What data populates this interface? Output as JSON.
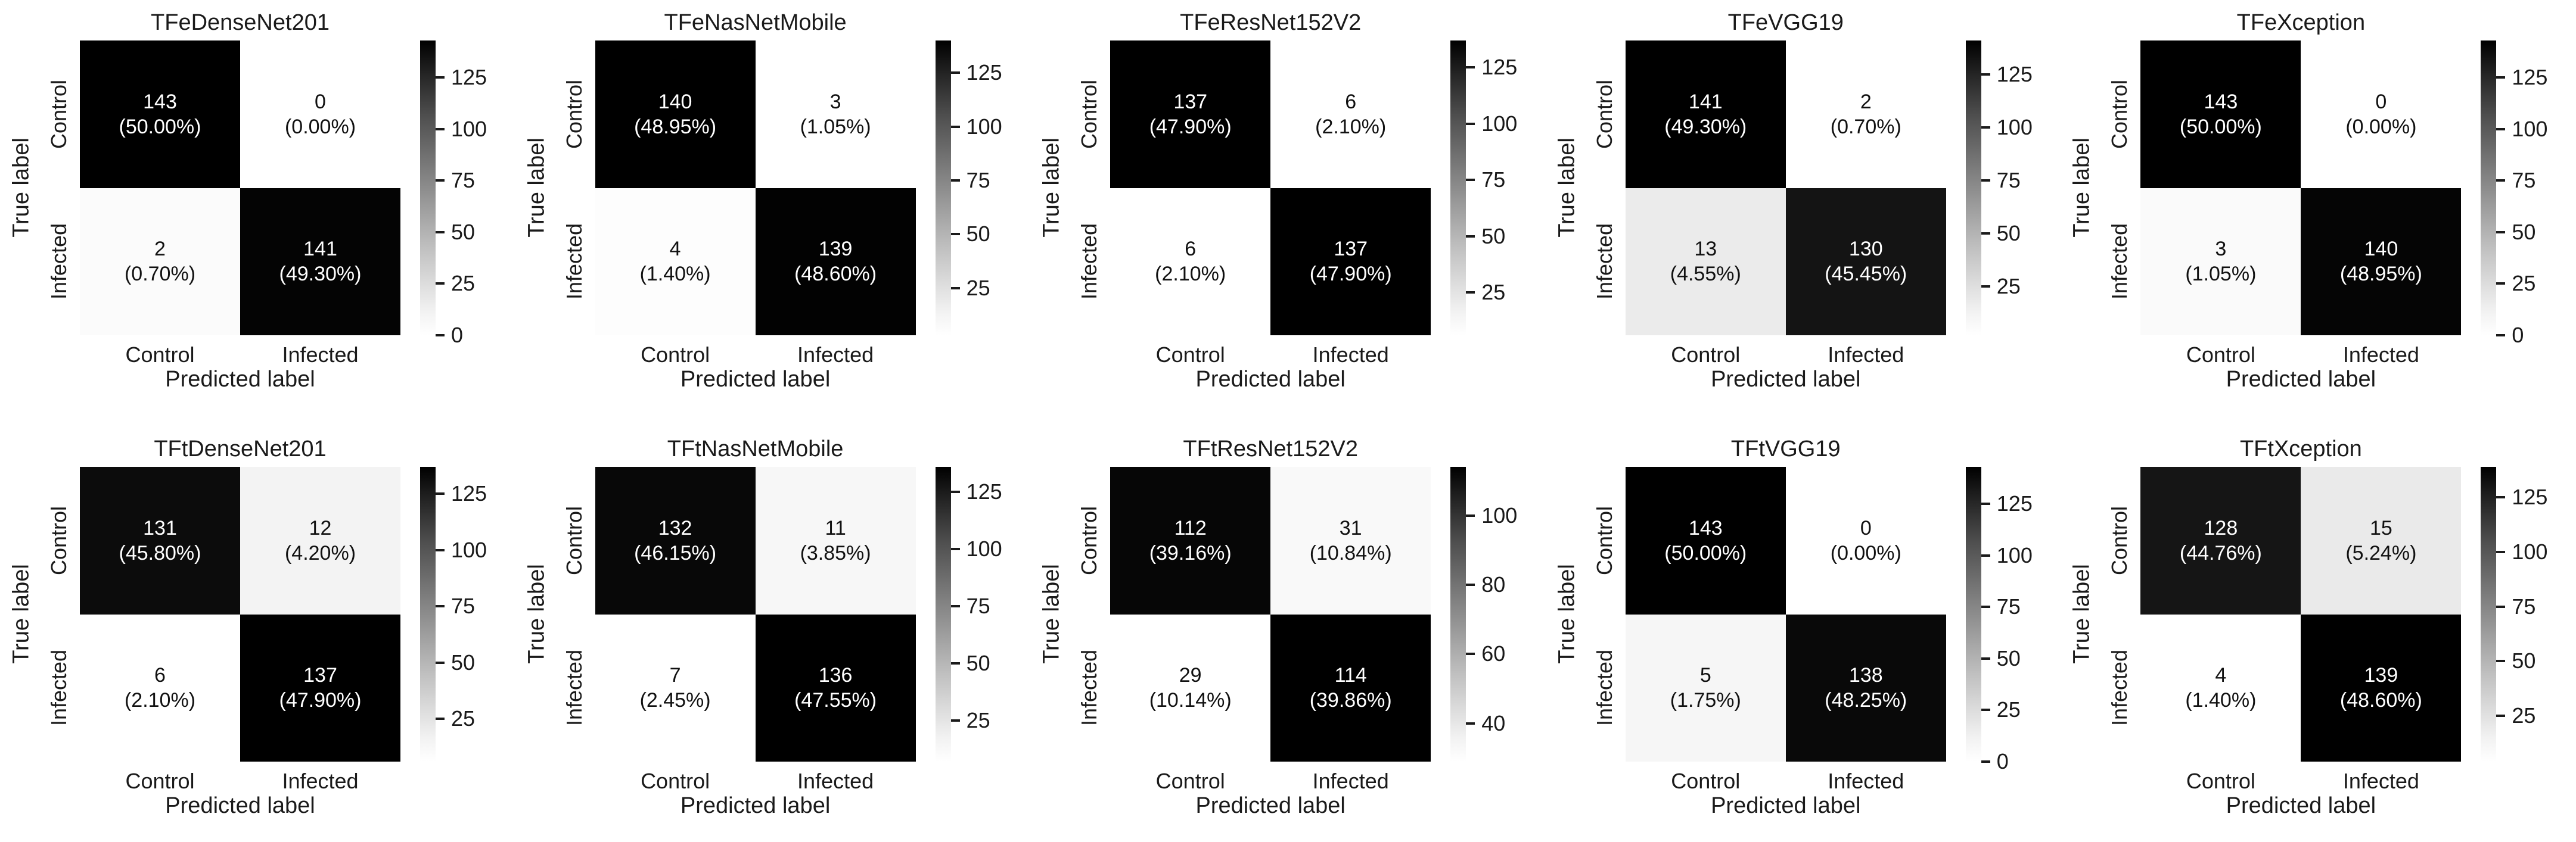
{
  "figure": {
    "background": "#ffffff",
    "text_color": "#1a1a1a",
    "rows": 2,
    "cols": 5,
    "colormap": "grayscale (white=low, black=high)"
  },
  "chart_data": [
    {
      "type": "heatmap",
      "title": "TFeDenseNet201",
      "xlabel": "Predicted label",
      "ylabel": "True label",
      "x_categories": [
        "Control",
        "Infected"
      ],
      "y_categories": [
        "Control",
        "Infected"
      ],
      "cells": [
        [
          {
            "count": 143,
            "pct": "(50.00%)"
          },
          {
            "count": 0,
            "pct": "(0.00%)"
          }
        ],
        [
          {
            "count": 2,
            "pct": "(0.70%)"
          },
          {
            "count": 141,
            "pct": "(49.30%)"
          }
        ]
      ],
      "vmin": 0,
      "vmax": 143,
      "cbar_ticks": [
        0,
        25,
        50,
        75,
        100,
        125
      ]
    },
    {
      "type": "heatmap",
      "title": "TFeNasNetMobile",
      "xlabel": "Predicted label",
      "ylabel": "True label",
      "x_categories": [
        "Control",
        "Infected"
      ],
      "y_categories": [
        "Control",
        "Infected"
      ],
      "cells": [
        [
          {
            "count": 140,
            "pct": "(48.95%)"
          },
          {
            "count": 3,
            "pct": "(1.05%)"
          }
        ],
        [
          {
            "count": 4,
            "pct": "(1.40%)"
          },
          {
            "count": 139,
            "pct": "(48.60%)"
          }
        ]
      ],
      "vmin": 3,
      "vmax": 140,
      "cbar_ticks": [
        25,
        50,
        75,
        100,
        125
      ]
    },
    {
      "type": "heatmap",
      "title": "TFeResNet152V2",
      "xlabel": "Predicted label",
      "ylabel": "True label",
      "x_categories": [
        "Control",
        "Infected"
      ],
      "y_categories": [
        "Control",
        "Infected"
      ],
      "cells": [
        [
          {
            "count": 137,
            "pct": "(47.90%)"
          },
          {
            "count": 6,
            "pct": "(2.10%)"
          }
        ],
        [
          {
            "count": 6,
            "pct": "(2.10%)"
          },
          {
            "count": 137,
            "pct": "(47.90%)"
          }
        ]
      ],
      "vmin": 6,
      "vmax": 137,
      "cbar_ticks": [
        25,
        50,
        75,
        100,
        125
      ]
    },
    {
      "type": "heatmap",
      "title": "TFeVGG19",
      "xlabel": "Predicted label",
      "ylabel": "True label",
      "x_categories": [
        "Control",
        "Infected"
      ],
      "y_categories": [
        "Control",
        "Infected"
      ],
      "cells": [
        [
          {
            "count": 141,
            "pct": "(49.30%)"
          },
          {
            "count": 2,
            "pct": "(0.70%)"
          }
        ],
        [
          {
            "count": 13,
            "pct": "(4.55%)"
          },
          {
            "count": 130,
            "pct": "(45.45%)"
          }
        ]
      ],
      "vmin": 2,
      "vmax": 141,
      "cbar_ticks": [
        25,
        50,
        75,
        100,
        125
      ]
    },
    {
      "type": "heatmap",
      "title": "TFeXception",
      "xlabel": "Predicted label",
      "ylabel": "True label",
      "x_categories": [
        "Control",
        "Infected"
      ],
      "y_categories": [
        "Control",
        "Infected"
      ],
      "cells": [
        [
          {
            "count": 143,
            "pct": "(50.00%)"
          },
          {
            "count": 0,
            "pct": "(0.00%)"
          }
        ],
        [
          {
            "count": 3,
            "pct": "(1.05%)"
          },
          {
            "count": 140,
            "pct": "(48.95%)"
          }
        ]
      ],
      "vmin": 0,
      "vmax": 143,
      "cbar_ticks": [
        0,
        25,
        50,
        75,
        100,
        125
      ]
    },
    {
      "type": "heatmap",
      "title": "TFtDenseNet201",
      "xlabel": "Predicted label",
      "ylabel": "True label",
      "x_categories": [
        "Control",
        "Infected"
      ],
      "y_categories": [
        "Control",
        "Infected"
      ],
      "cells": [
        [
          {
            "count": 131,
            "pct": "(45.80%)"
          },
          {
            "count": 12,
            "pct": "(4.20%)"
          }
        ],
        [
          {
            "count": 6,
            "pct": "(2.10%)"
          },
          {
            "count": 137,
            "pct": "(47.90%)"
          }
        ]
      ],
      "vmin": 6,
      "vmax": 137,
      "cbar_ticks": [
        25,
        50,
        75,
        100,
        125
      ]
    },
    {
      "type": "heatmap",
      "title": "TFtNasNetMobile",
      "xlabel": "Predicted label",
      "ylabel": "True label",
      "x_categories": [
        "Control",
        "Infected"
      ],
      "y_categories": [
        "Control",
        "Infected"
      ],
      "cells": [
        [
          {
            "count": 132,
            "pct": "(46.15%)"
          },
          {
            "count": 11,
            "pct": "(3.85%)"
          }
        ],
        [
          {
            "count": 7,
            "pct": "(2.45%)"
          },
          {
            "count": 136,
            "pct": "(47.55%)"
          }
        ]
      ],
      "vmin": 7,
      "vmax": 136,
      "cbar_ticks": [
        25,
        50,
        75,
        100,
        125
      ]
    },
    {
      "type": "heatmap",
      "title": "TFtResNet152V2",
      "xlabel": "Predicted label",
      "ylabel": "True label",
      "x_categories": [
        "Control",
        "Infected"
      ],
      "y_categories": [
        "Control",
        "Infected"
      ],
      "cells": [
        [
          {
            "count": 112,
            "pct": "(39.16%)"
          },
          {
            "count": 31,
            "pct": "(10.84%)"
          }
        ],
        [
          {
            "count": 29,
            "pct": "(10.14%)"
          },
          {
            "count": 114,
            "pct": "(39.86%)"
          }
        ]
      ],
      "vmin": 29,
      "vmax": 114,
      "cbar_ticks": [
        40,
        60,
        80,
        100
      ]
    },
    {
      "type": "heatmap",
      "title": "TFtVGG19",
      "xlabel": "Predicted label",
      "ylabel": "True label",
      "x_categories": [
        "Control",
        "Infected"
      ],
      "y_categories": [
        "Control",
        "Infected"
      ],
      "cells": [
        [
          {
            "count": 143,
            "pct": "(50.00%)"
          },
          {
            "count": 0,
            "pct": "(0.00%)"
          }
        ],
        [
          {
            "count": 5,
            "pct": "(1.75%)"
          },
          {
            "count": 138,
            "pct": "(48.25%)"
          }
        ]
      ],
      "vmin": 0,
      "vmax": 143,
      "cbar_ticks": [
        0,
        25,
        50,
        75,
        100,
        125
      ]
    },
    {
      "type": "heatmap",
      "title": "TFtXception",
      "xlabel": "Predicted label",
      "ylabel": "True label",
      "x_categories": [
        "Control",
        "Infected"
      ],
      "y_categories": [
        "Control",
        "Infected"
      ],
      "cells": [
        [
          {
            "count": 128,
            "pct": "(44.76%)"
          },
          {
            "count": 15,
            "pct": "(5.24%)"
          }
        ],
        [
          {
            "count": 4,
            "pct": "(1.40%)"
          },
          {
            "count": 139,
            "pct": "(48.60%)"
          }
        ]
      ],
      "vmin": 4,
      "vmax": 139,
      "cbar_ticks": [
        25,
        50,
        75,
        100,
        125
      ]
    }
  ]
}
